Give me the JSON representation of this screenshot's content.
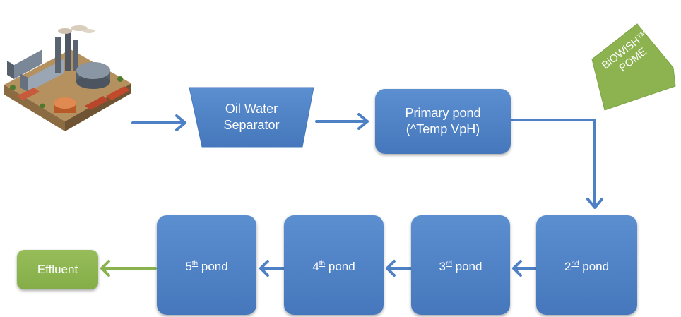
{
  "nodes": {
    "oil_water_separator": {
      "line1": "Oil Water",
      "line2": "Separator"
    },
    "primary_pond": {
      "line1": "Primary pond",
      "line2": "(^Temp VpH)"
    },
    "pond_2": {
      "num": "2",
      "sup": "nd",
      "text": "pond"
    },
    "pond_3": {
      "num": "3",
      "sup": "rd",
      "text": "pond"
    },
    "pond_4": {
      "num": "4",
      "sup": "th",
      "text": "pond"
    },
    "pond_5": {
      "num": "5",
      "sup": "th",
      "text": "pond"
    },
    "effluent": "Effluent",
    "biowish": {
      "line1": "BiOWiSH™",
      "line2": "POME"
    }
  },
  "colors": {
    "pond_blue": "#4f81c4",
    "arrow_blue": "#4d80c4",
    "effluent_green": "#8ab24f",
    "arrow_green": "#8ab24f",
    "biowish_green": "#8cb34f"
  },
  "icons": {
    "source": "factory-icon"
  }
}
